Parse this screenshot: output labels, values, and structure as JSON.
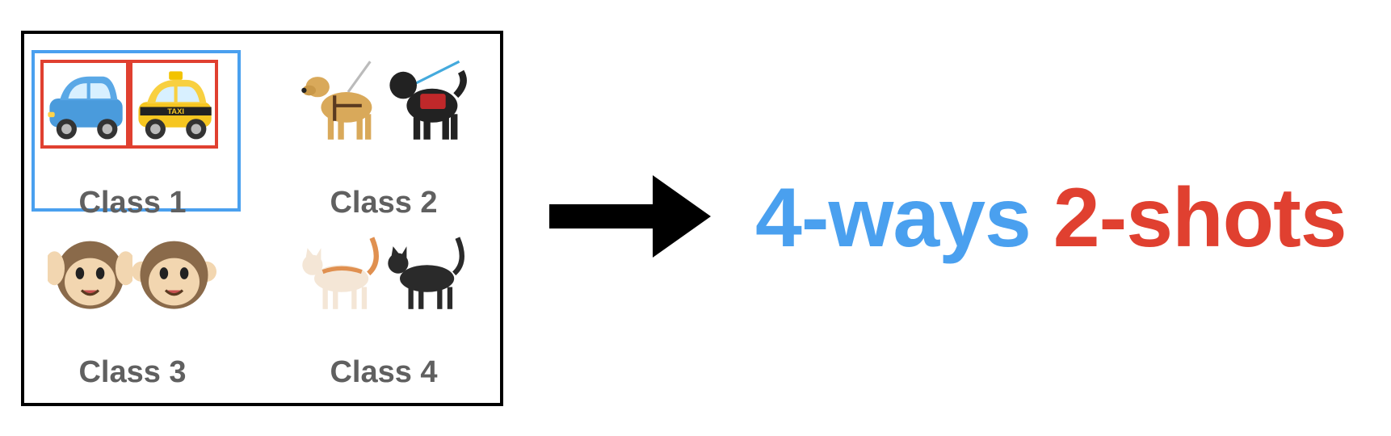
{
  "support_set": {
    "classes": [
      {
        "label": "Class 1",
        "images": [
          "blue-car",
          "taxi"
        ],
        "image_text": "TAXI"
      },
      {
        "label": "Class 2",
        "images": [
          "guide-dog",
          "service-dog"
        ]
      },
      {
        "label": "Class 3",
        "images": [
          "hear-no-evil-monkey",
          "monkey-face"
        ]
      },
      {
        "label": "Class 4",
        "images": [
          "orange-cat",
          "black-cat"
        ]
      }
    ]
  },
  "result": {
    "ways": "4-ways",
    "shots": "2-shots"
  },
  "colors": {
    "ways": "#4aa0ef",
    "shots": "#e04030",
    "label": "#606060"
  }
}
